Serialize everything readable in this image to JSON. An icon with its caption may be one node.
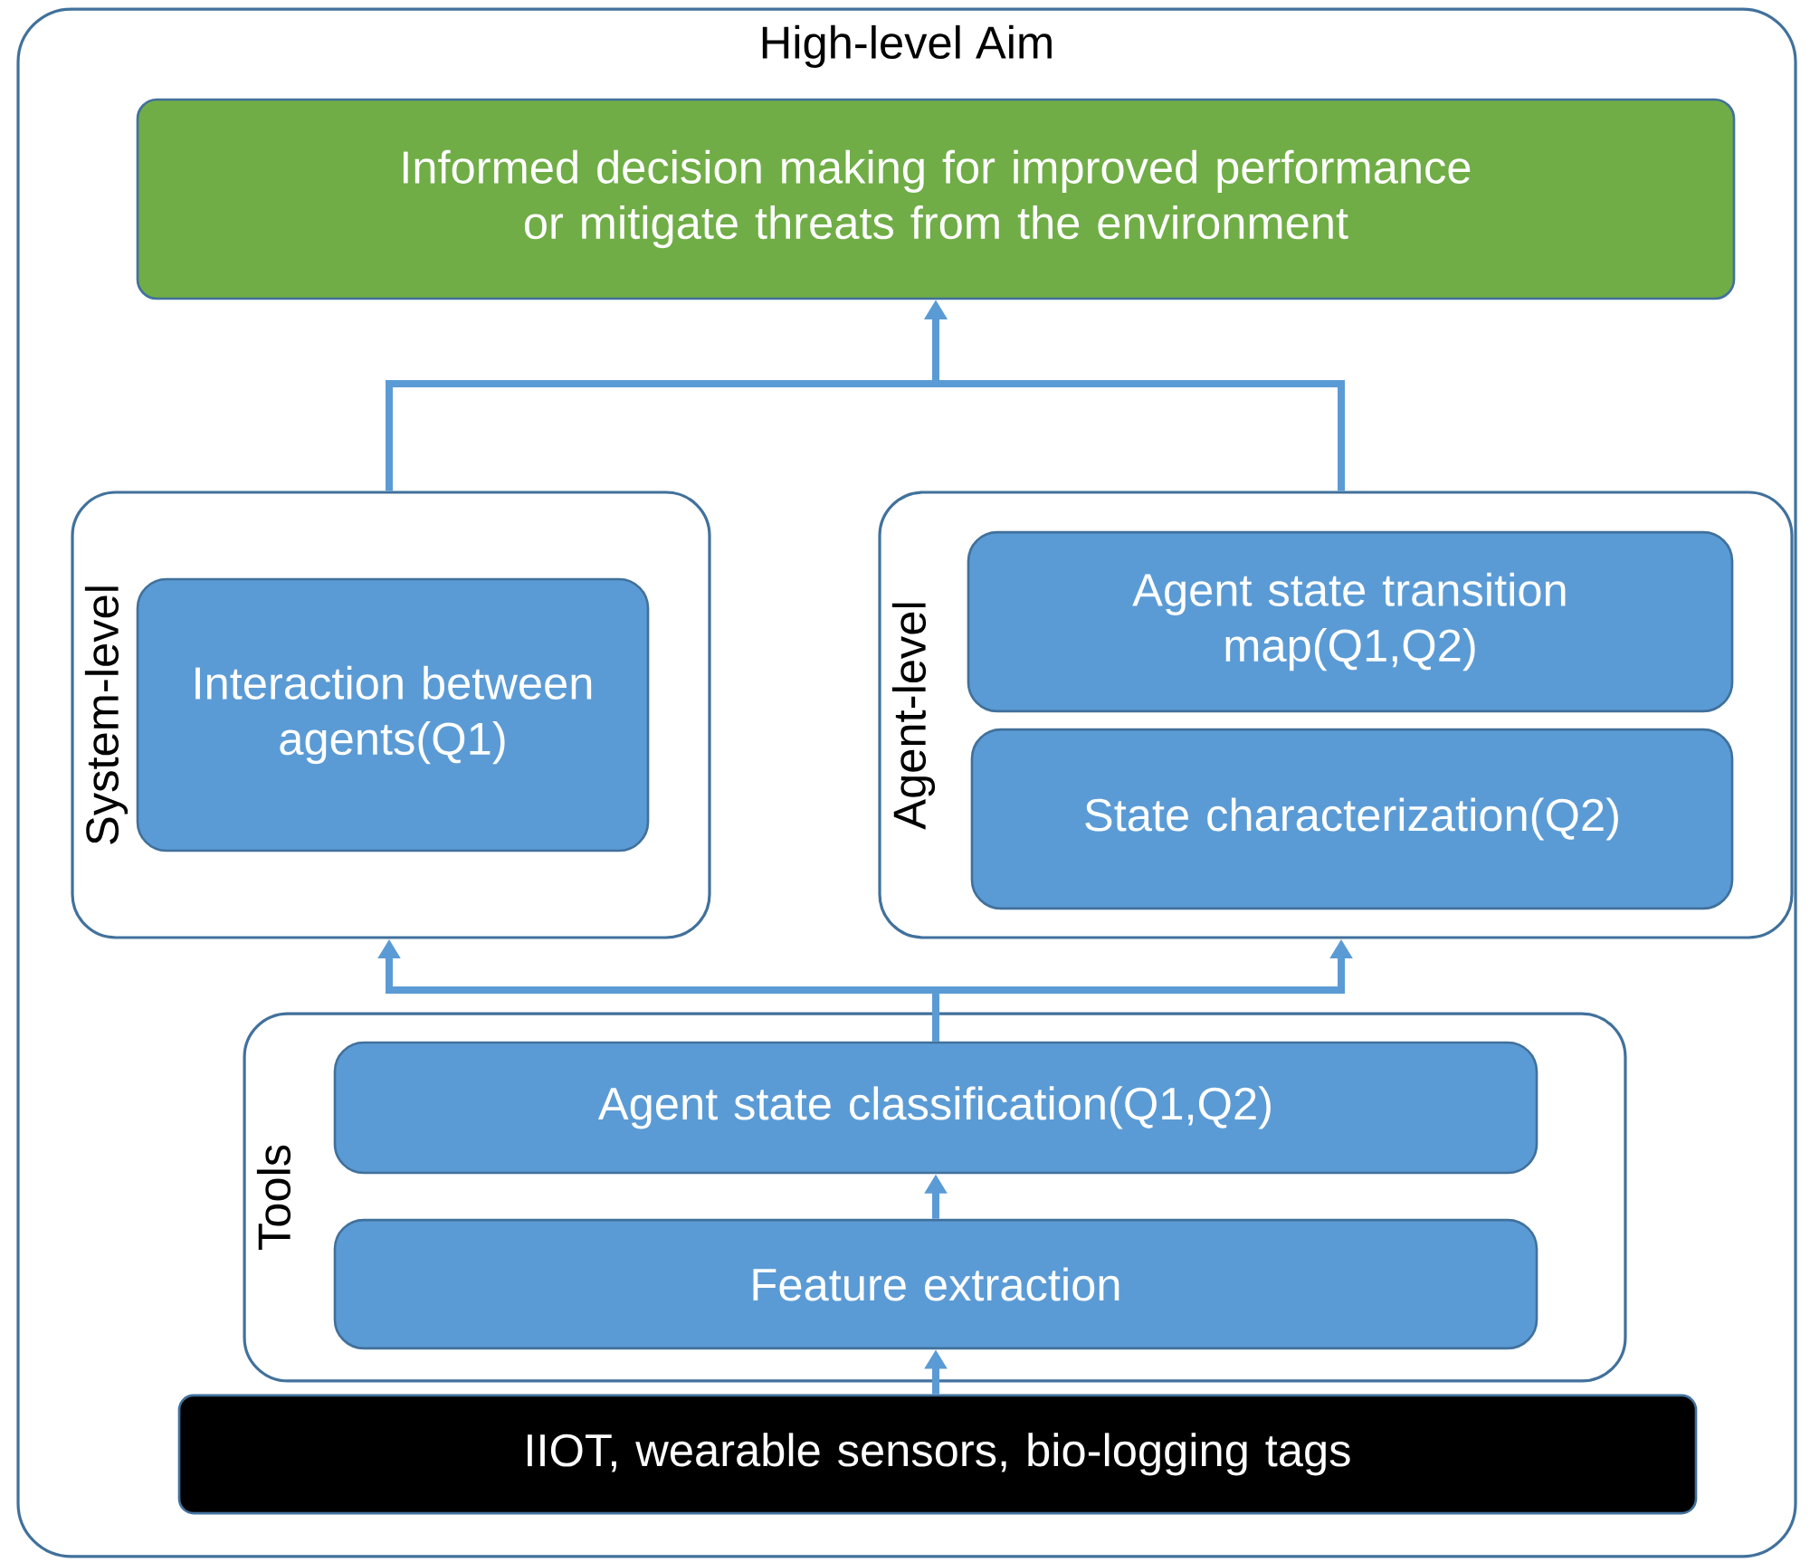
{
  "diagram": {
    "nodes": [
      {
        "text": [
          "High-level Aim"
        ]
      },
      {
        "text": [
          "Informed decision making for improved performance or mitigate threats from the environment"
        ],
        "in": 0
      },
      {
        "text": [
          "System-level"
        ],
        "in": 0
      },
      {
        "text": [
          "Interaction between agents(Q1)"
        ],
        "in": 2
      },
      {
        "text": [
          "Agent-level"
        ],
        "in": 0
      },
      {
        "text": [
          "Agent state transition map(Q1,Q2)"
        ],
        "in": 4
      },
      {
        "text": [
          "State characterization(Q2)"
        ],
        "in": 4
      },
      {
        "text": [
          "Tools"
        ],
        "in": 0
      },
      {
        "text": [
          "Agent state classification(Q1,Q2)"
        ],
        "in": 7
      },
      {
        "text": [
          "Feature extraction"
        ],
        "in": 7
      },
      {
        "text": [
          "IIOT, wearable sensors, bio-logging tags"
        ],
        "in": 0
      }
    ],
    "edges": [
      {
        "from": 2,
        "to": 1,
        "arrow": "to"
      },
      {
        "from": 4,
        "to": 1,
        "arrow": "to"
      },
      {
        "from": 8,
        "to": 2,
        "arrow": "to"
      },
      {
        "from": 8,
        "to": 4,
        "arrow": "to"
      },
      {
        "from": 9,
        "to": 8,
        "arrow": "to"
      },
      {
        "from": 10,
        "to": 9,
        "arrow": "to"
      }
    ]
  }
}
